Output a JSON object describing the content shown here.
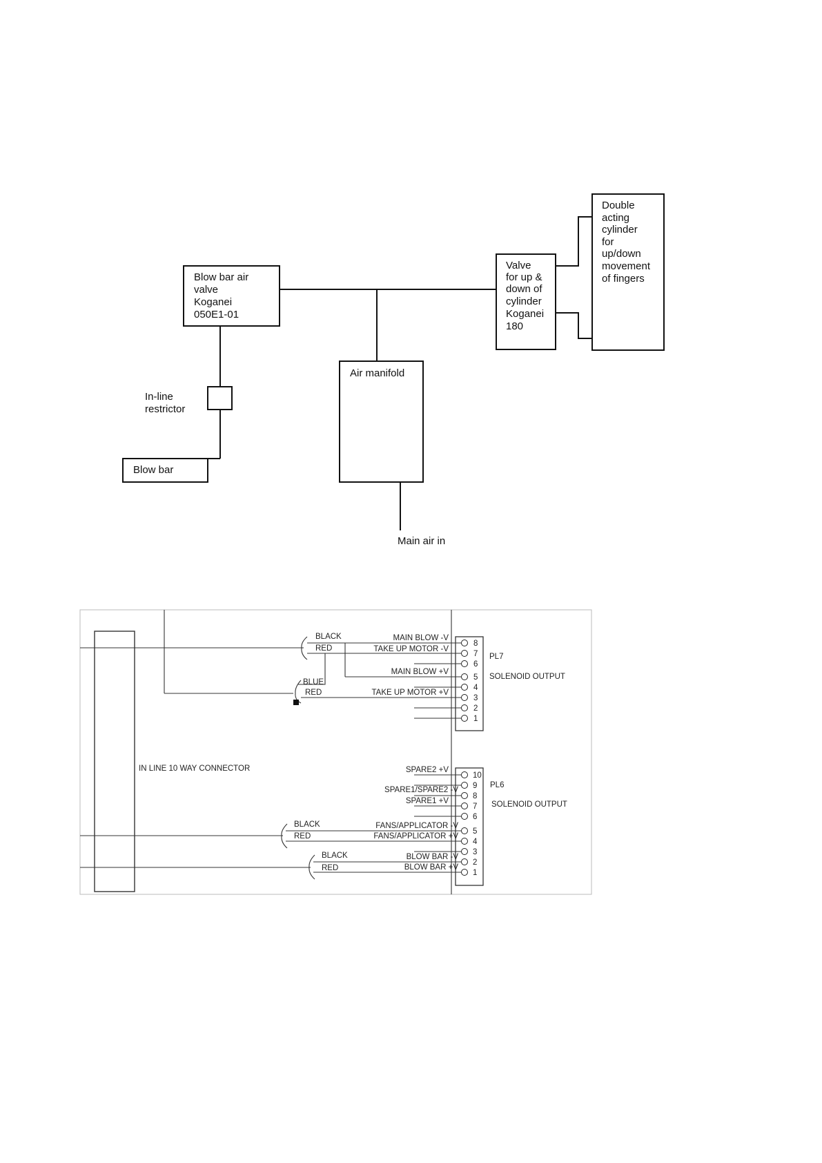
{
  "pneumatic": {
    "blow_bar_air_valve": [
      "Blow bar air",
      "valve",
      "Koganei",
      "050E1-01"
    ],
    "valve_up_down": [
      "Valve",
      "for up &",
      "down of",
      "cylinder",
      "Koganei",
      "180"
    ],
    "double_acting_cylinder": [
      "Double",
      "acting",
      "cylinder",
      "for",
      "up/down",
      "movement",
      "of fingers"
    ],
    "air_manifold": "Air manifold",
    "inline_restrictor": [
      "In-line",
      "restrictor"
    ],
    "blow_bar": "Blow bar",
    "main_air_in": "Main air in"
  },
  "wiring": {
    "inline_connector": "IN LINE 10 WAY CONNECTOR",
    "pl7": {
      "name": "PL7",
      "description": "SOLENOID OUTPUT",
      "pins": [
        "8",
        "7",
        "6",
        "5",
        "4",
        "3",
        "2",
        "1"
      ],
      "signals": {
        "main_blow_neg": "MAIN BLOW -V",
        "take_up_neg": "TAKE UP MOTOR -V",
        "main_blow_pos": "MAIN BLOW +V",
        "take_up_pos": "TAKE UP MOTOR +V"
      },
      "wires": {
        "black": "BLACK",
        "red1": "RED",
        "blue": "BLUE",
        "red2": "RED"
      }
    },
    "pl6": {
      "name": "PL6",
      "description": "SOLENOID OUTPUT",
      "pins": [
        "10",
        "9",
        "8",
        "7",
        "6",
        "5",
        "4",
        "3",
        "2",
        "1"
      ],
      "signals": {
        "spare2_pos": "SPARE2 +V",
        "spare1_spare2_neg": "SPARE1/SPARE2 -V",
        "spare1_pos": "SPARE1 +V",
        "fans_neg": "FANS/APPLICATOR -V",
        "fans_pos": "FANS/APPLICATOR +V",
        "blow_bar_neg": "BLOW BAR -V",
        "blow_bar_pos": "BLOW BAR +V"
      },
      "wires": {
        "black1": "BLACK",
        "red1": "RED",
        "black2": "BLACK",
        "red2": "RED"
      }
    }
  }
}
